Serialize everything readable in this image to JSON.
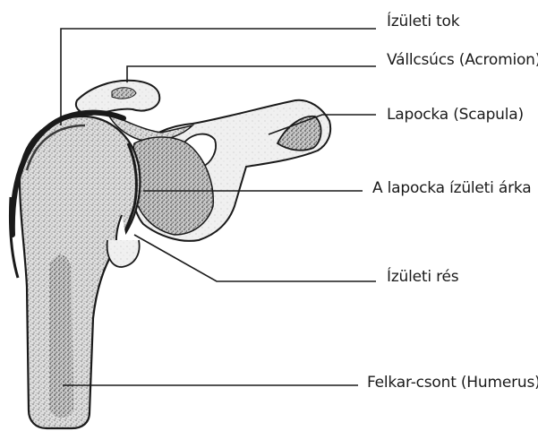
{
  "labels": {
    "capsule": "Ízületi tok",
    "acromion": "Vállcsúcs (Acromion)",
    "scapula": "Lapocka (Scapula)",
    "glenoid": "A lapocka ízületi árka",
    "joint_space": "Ízületi rés",
    "humerus": "Felkar-csont (Humerus)"
  },
  "colors": {
    "line": "#1a1a1a",
    "bone_fill": "#d9d9d9",
    "bone_texture": "#6b6b6b",
    "background": "#ffffff"
  }
}
